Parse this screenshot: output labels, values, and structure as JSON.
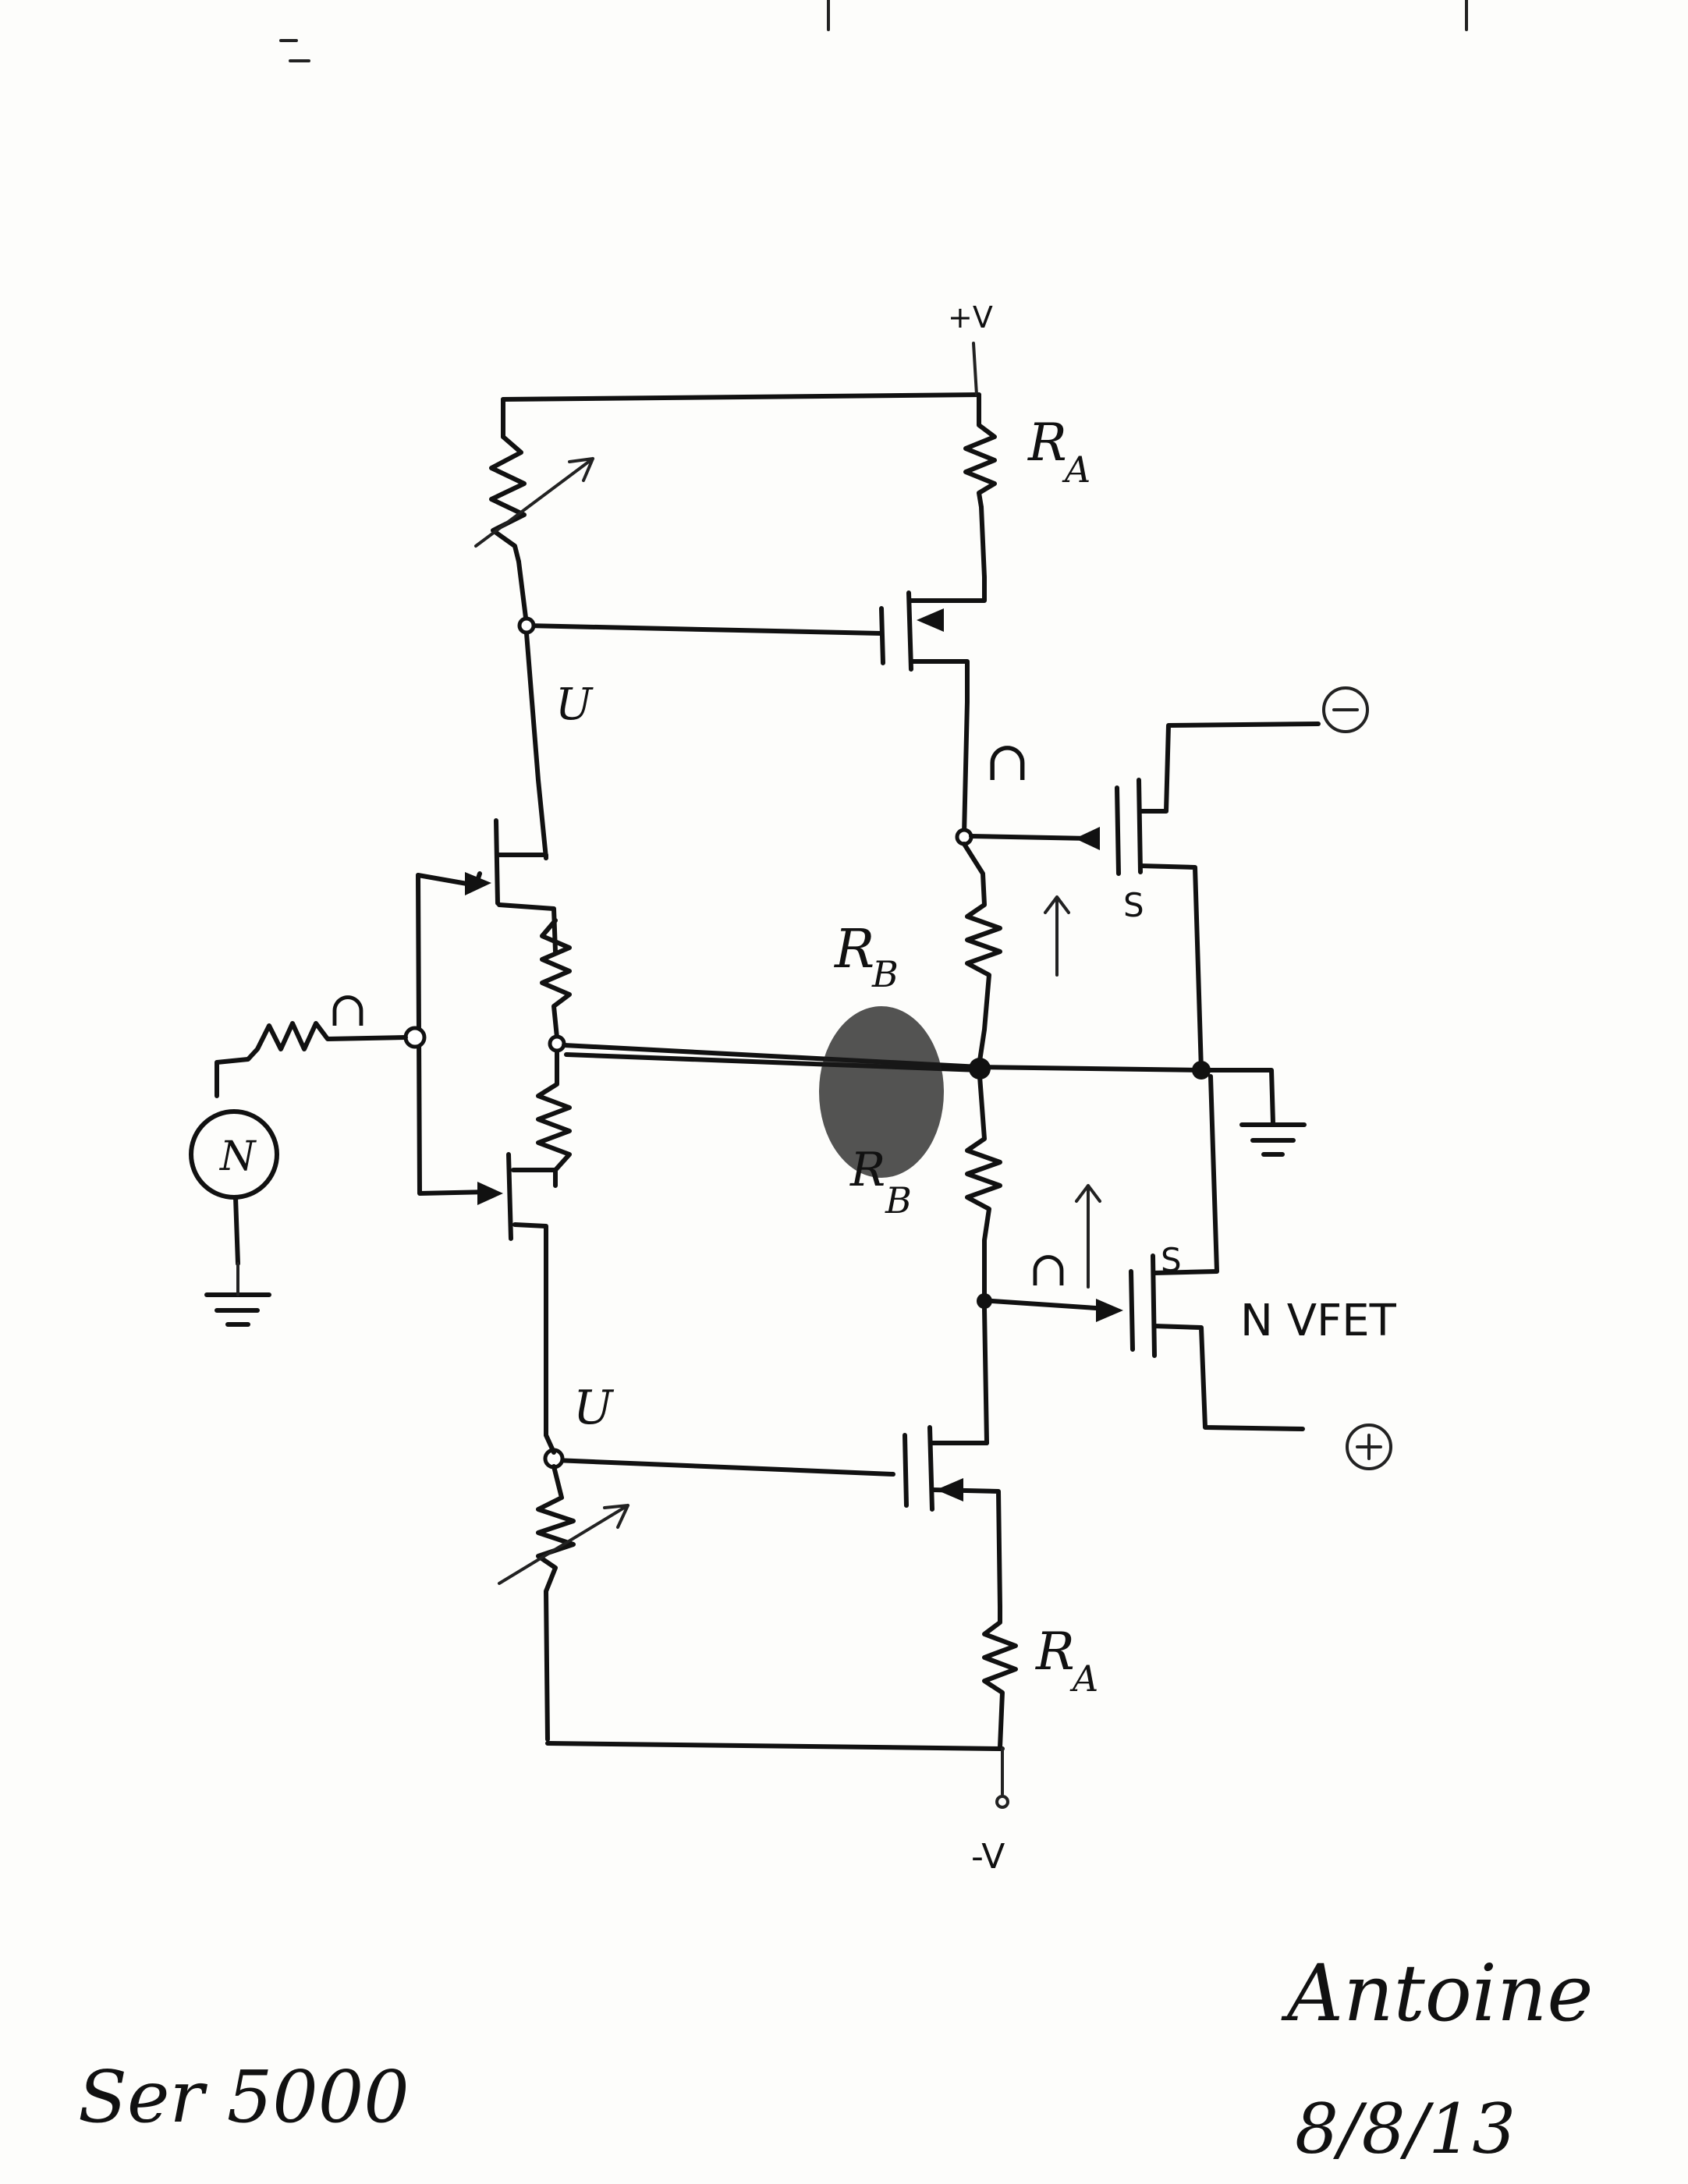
{
  "labels": {
    "supply_pos": "+V",
    "supply_neg": "-V",
    "ra_top": "R",
    "ra_top_sub": "A",
    "ra_bottom": "R",
    "ra_bottom_sub": "A",
    "rb_top": "R",
    "rb_top_sub": "B",
    "rb_bottom": "R",
    "rb_bottom_sub": "B",
    "fet_type": "N VFET",
    "source_top": "S",
    "source_bottom": "S",
    "out_neg": "−",
    "out_pos": "+",
    "signal_source": "N",
    "u_top": "U",
    "u_bottom": "U",
    "n_top": "∩",
    "n_input": "∩",
    "n_bottom": "∩",
    "note_left": "Ser 5000",
    "signature_name": "Antoine",
    "signature_date": "8/8/13"
  }
}
